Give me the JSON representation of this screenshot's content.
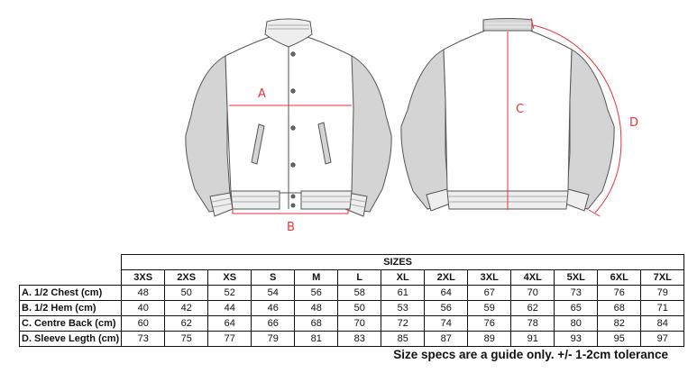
{
  "diagram": {
    "front_view": {
      "labels": {
        "chest": "A",
        "hem": "B"
      }
    },
    "back_view": {
      "labels": {
        "centre_back": "C",
        "sleeve_length": "D"
      }
    },
    "colors": {
      "measure_line": "#e8323c",
      "sleeve_fill": "#d4d4d4",
      "outline": "#555555"
    }
  },
  "table": {
    "title": "SIZES",
    "sizes": [
      "3XS",
      "2XS",
      "XS",
      "S",
      "M",
      "L",
      "XL",
      "2XL",
      "3XL",
      "4XL",
      "5XL",
      "6XL",
      "7XL"
    ],
    "rows": [
      {
        "label": "A. 1/2 Chest (cm)",
        "values": [
          "48",
          "50",
          "52",
          "54",
          "56",
          "58",
          "61",
          "64",
          "67",
          "70",
          "73",
          "76",
          "79"
        ]
      },
      {
        "label": "B. 1/2 Hem (cm)",
        "values": [
          "40",
          "42",
          "44",
          "46",
          "48",
          "50",
          "53",
          "56",
          "59",
          "62",
          "65",
          "68",
          "71"
        ]
      },
      {
        "label": "C. Centre Back (cm)",
        "values": [
          "60",
          "62",
          "64",
          "66",
          "68",
          "70",
          "72",
          "74",
          "76",
          "78",
          "80",
          "82",
          "84"
        ]
      },
      {
        "label": "D. Sleeve Legth (cm)",
        "values": [
          "73",
          "75",
          "77",
          "79",
          "81",
          "83",
          "85",
          "87",
          "89",
          "91",
          "93",
          "95",
          "97"
        ]
      }
    ]
  },
  "note": "Size specs are a guide only. +/- 1-2cm tolerance"
}
